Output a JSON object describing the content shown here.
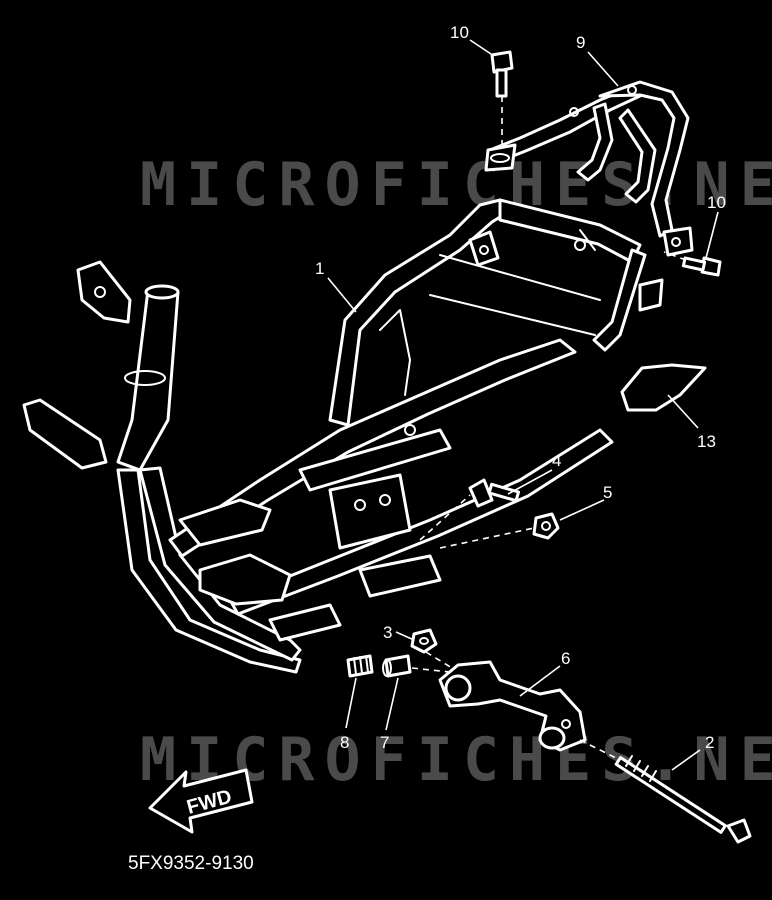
{
  "diagram": {
    "watermark": "MICROFICHES.NET",
    "reference_code": "5FX9352-9130",
    "fwd_label": "FWD",
    "callouts": {
      "frame": "1",
      "long_bolt": "2",
      "nut_small": "3",
      "bolt_4": "4",
      "nut_5": "5",
      "bracket_6": "6",
      "collar_7": "7",
      "bushing_8": "8",
      "grab_bar_9": "9",
      "bolt_10_top": "10",
      "bolt_10_right": "10",
      "guard_13": "13"
    }
  }
}
